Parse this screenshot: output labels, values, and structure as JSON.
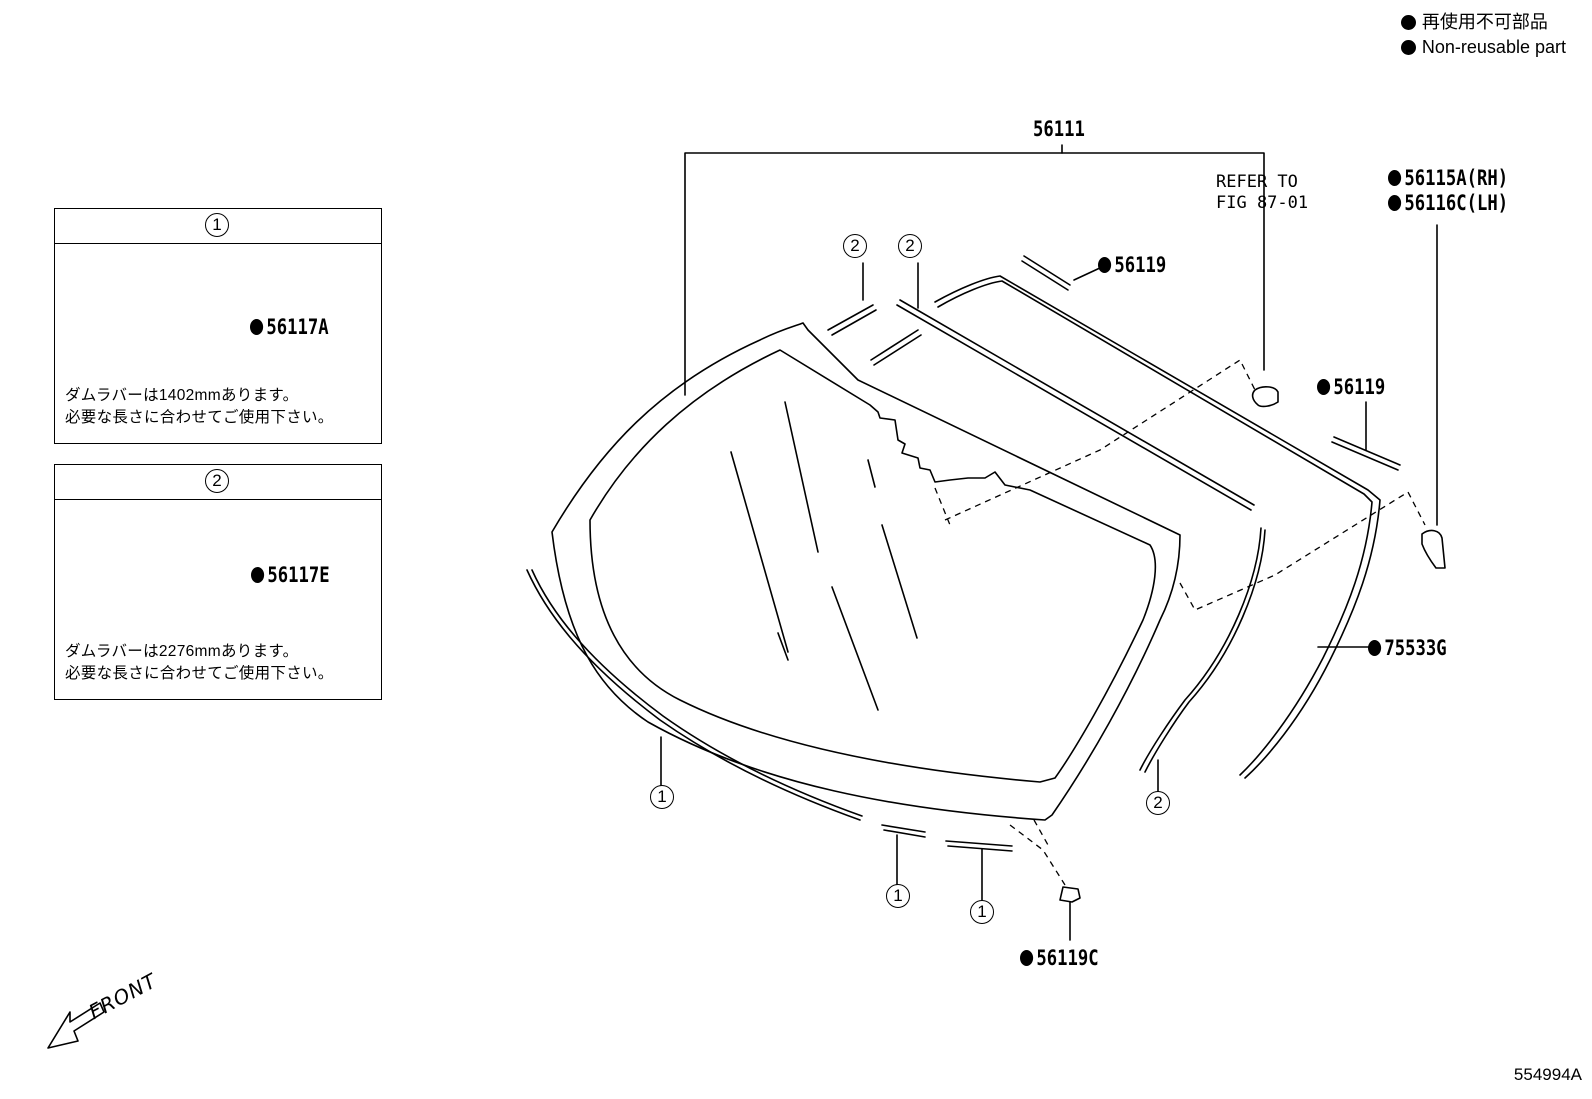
{
  "legend": {
    "items": [
      "再使用不可部品",
      "Non-reusable part"
    ]
  },
  "callouts": {
    "part_56111": "56111",
    "refer_to": "REFER TO\nFIG 87-01",
    "part_56115A": "56115A(RH)",
    "part_56116C": "56116C(LH)",
    "part_56119_top": "56119",
    "part_56119_mid": "56119",
    "part_75533G": "75533G",
    "part_56119C": "56119C"
  },
  "circle_labels": {
    "one": "1",
    "two": "2"
  },
  "box1": {
    "header_number": "1",
    "part": "56117A",
    "note_line1": "ダムラバーは1402mmあります。",
    "note_line2": "必要な長さに合わせてご使用下さい。"
  },
  "box2": {
    "header_number": "2",
    "part": "56117E",
    "note_line1": "ダムラバーは2276mmあります。",
    "note_line2": "必要な長さに合わせてご使用下さい。"
  },
  "front_label": "FRONT",
  "figure_number": "554994A",
  "colors": {
    "line": "#000000",
    "background": "#ffffff"
  }
}
